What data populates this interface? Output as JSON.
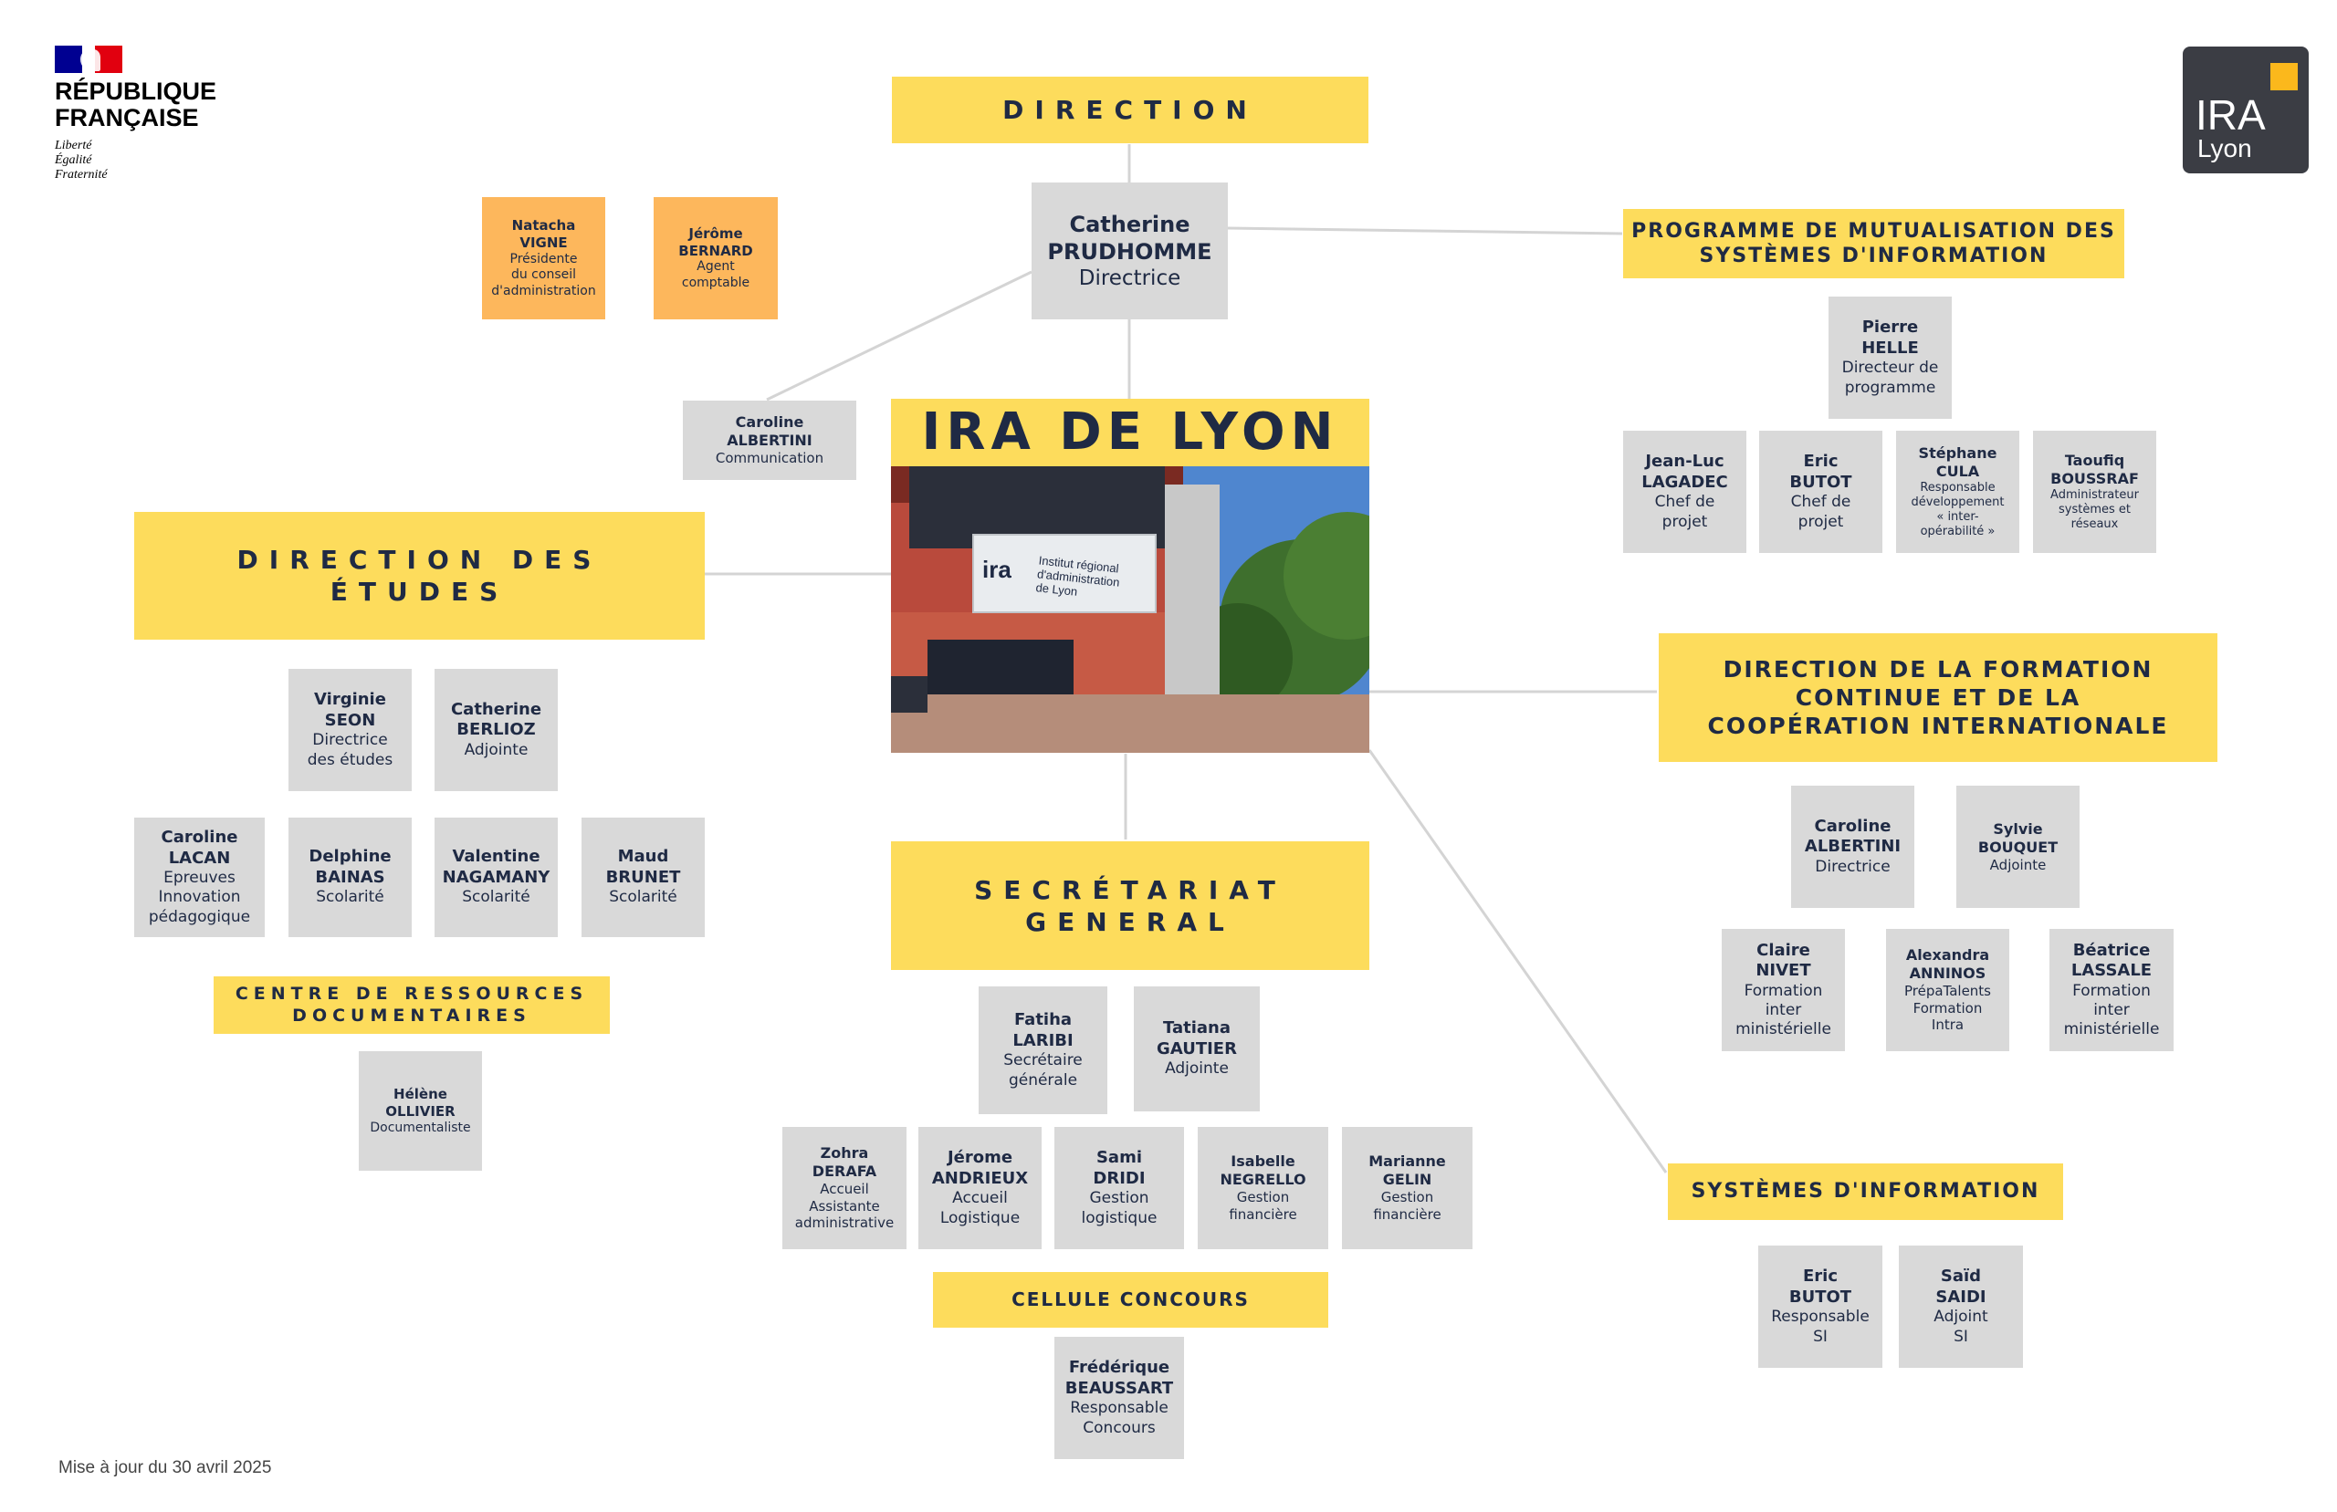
{
  "header": {
    "republique_line1": "RÉPUBLIQUE",
    "republique_line2": "FRANÇAISE",
    "motto": [
      "Liberté",
      "Égalité",
      "Fraternité"
    ],
    "ira_logo_line1": "IRA",
    "ira_logo_line2": "Lyon"
  },
  "footer": {
    "update": "Mise à jour du 30 avril 2025"
  },
  "center": {
    "title": "IRA DE LYON",
    "photo_sign": [
      "Institut régional",
      "d'administration",
      "de Lyon"
    ]
  },
  "sections": {
    "direction": "DIRECTION",
    "programme": "PROGRAMME DE MUTUALISATION DES\nSYSTÈMES D'INFORMATION",
    "etudes": "DIRECTION DES\nÉTUDES",
    "formation": "DIRECTION DE LA FORMATION\nCONTINUE ET DE LA\nCOOPÉRATION INTERNATIONALE",
    "secretariat": "SECRÉTARIAT\nGENERAL",
    "centre": "CENTRE DE RESSOURCES\nDOCUMENTAIRES",
    "systemes": "SYSTÈMES D'INFORMATION",
    "cellule": "CELLULE CONCOURS"
  },
  "people": {
    "prudhomme": {
      "first": "Catherine",
      "last": "PRUDHOMME",
      "role": "Directrice"
    },
    "vigne": {
      "first": "Natacha",
      "last": "VIGNE",
      "role": "Présidente\ndu conseil\nd'administration"
    },
    "bernard": {
      "first": "Jérôme",
      "last": "BERNARD",
      "role": "Agent\ncomptable"
    },
    "albertini_com": {
      "first": "Caroline",
      "last": "ALBERTINI",
      "role": "Communication"
    },
    "helle": {
      "first": "Pierre",
      "last": "HELLE",
      "role": "Directeur de\nprogramme"
    },
    "lagadec": {
      "first": "Jean-Luc",
      "last": "LAGADEC",
      "role": "Chef de\nprojet"
    },
    "butot_prog": {
      "first": "Eric",
      "last": "BUTOT",
      "role": "Chef de\nprojet"
    },
    "cula": {
      "first": "Stéphane",
      "last": "CULA",
      "role": "Responsable\ndéveloppement\n« inter-\nopérabilité »"
    },
    "boussraf": {
      "first": "Taoufiq",
      "last": "BOUSSRAF",
      "role": "Administrateur\nsystèmes et\nréseaux"
    },
    "seon": {
      "first": "Virginie",
      "last": "SEON",
      "role": "Directrice\ndes études"
    },
    "berlioz": {
      "first": "Catherine",
      "last": "BERLIOZ",
      "role": "Adjointe"
    },
    "lacan": {
      "first": "Caroline",
      "last": "LACAN",
      "role": "Epreuves\nInnovation\npédagogique"
    },
    "bainas": {
      "first": "Delphine",
      "last": "BAINAS",
      "role": "Scolarité"
    },
    "nagamany": {
      "first": "Valentine",
      "last": "NAGAMANY",
      "role": "Scolarité"
    },
    "brunet": {
      "first": "Maud",
      "last": "BRUNET",
      "role": "Scolarité"
    },
    "ollivier": {
      "first": "Hélène",
      "last": "OLLIVIER",
      "role": "Documentaliste"
    },
    "albertini_dir": {
      "first": "Caroline",
      "last": "ALBERTINI",
      "role": "Directrice"
    },
    "bouquet": {
      "first": "Sylvie",
      "last": "BOUQUET",
      "role": "Adjointe"
    },
    "nivet": {
      "first": "Claire",
      "last": "NIVET",
      "role": "Formation\ninter\nministérielle"
    },
    "anninos": {
      "first": "Alexandra",
      "last": "ANNINOS",
      "role": "PrépaTalents\nFormation\nIntra"
    },
    "lassale": {
      "first": "Béatrice",
      "last": "LASSALE",
      "role": "Formation\ninter\nministérielle"
    },
    "laribi": {
      "first": "Fatiha",
      "last": "LARIBI",
      "role": "Secrétaire\ngénérale"
    },
    "gautier": {
      "first": "Tatiana",
      "last": "GAUTIER",
      "role": "Adjointe"
    },
    "derafa": {
      "first": "Zohra",
      "last": "DERAFA",
      "role": "Accueil\nAssistante\nadministrative"
    },
    "andrieux": {
      "first": "Jérome",
      "last": "ANDRIEUX",
      "role": "Accueil\nLogistique"
    },
    "dridi": {
      "first": "Sami",
      "last": "DRIDI",
      "role": "Gestion\nlogistique"
    },
    "negrello": {
      "first": "Isabelle",
      "last": "NEGRELLO",
      "role": "Gestion\nfinancière"
    },
    "gelin": {
      "first": "Marianne",
      "last": "GELIN",
      "role": "Gestion\nfinancière"
    },
    "beaussart": {
      "first": "Frédérique",
      "last": "BEAUSSART",
      "role": "Responsable\nConcours"
    },
    "butot_si": {
      "first": "Eric",
      "last": "BUTOT",
      "role": "Responsable\nSI"
    },
    "saidi": {
      "first": "Saïd",
      "last": "SAIDI",
      "role": "Adjoint\nSI"
    }
  },
  "colors": {
    "yellow": "#fddc5c",
    "orange": "#fdb75c",
    "gray": "#d9d9d9",
    "navy": "#1f2a44",
    "line": "#d0d0d0"
  }
}
